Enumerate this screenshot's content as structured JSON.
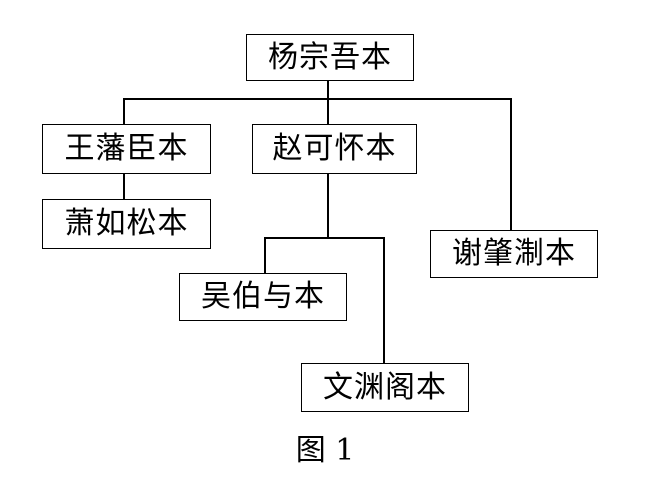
{
  "nodes": {
    "root": "杨宗吾本",
    "wang": "王藩臣本",
    "zhao": "赵可怀本",
    "xie": "谢肇淛本",
    "xiao": "萧如松本",
    "wu": "吴伯与本",
    "wenyuan": "文渊阁本"
  },
  "caption": "图 1"
}
